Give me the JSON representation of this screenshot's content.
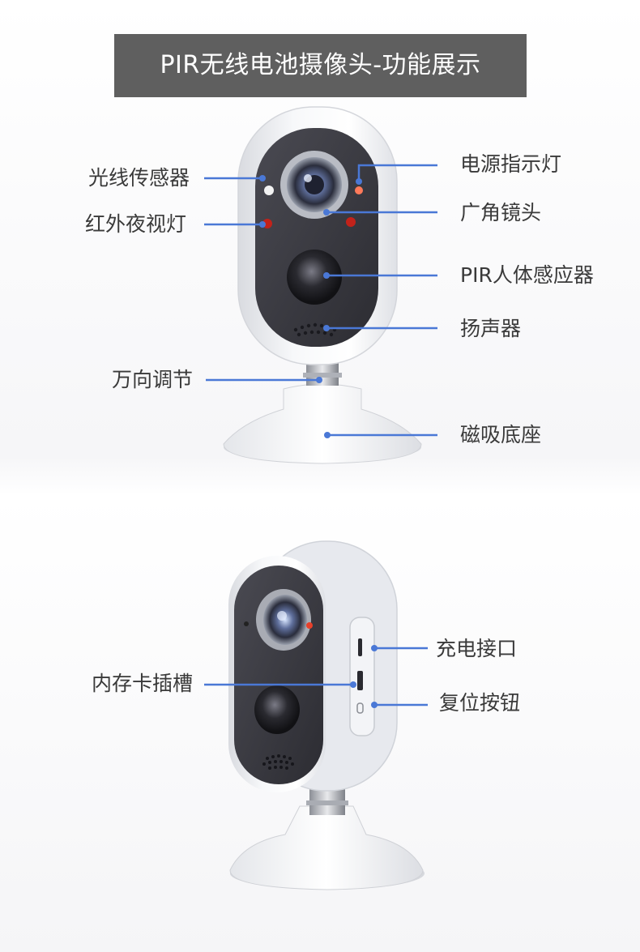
{
  "title": "PIR无线电池摄像头-功能展示",
  "colors": {
    "banner_bg": "#5f5f5f",
    "callout_line": "#4a78d6",
    "label_text": "#3a3a3a",
    "indicator_red": "#e8402a"
  },
  "top_view": {
    "callouts": {
      "light_sensor": "光线传感器",
      "ir_night_light": "红外夜视灯",
      "pan_tilt": "万向调节",
      "power_indicator": "电源指示灯",
      "wide_angle_lens": "广角镜头",
      "pir_sensor": "PIR人体感应器",
      "speaker": "扬声器",
      "magnetic_base": "磁吸底座"
    }
  },
  "side_view": {
    "callouts": {
      "memory_card_slot": "内存卡插槽",
      "charging_port": "充电接口",
      "reset_button": "复位按钮"
    }
  }
}
